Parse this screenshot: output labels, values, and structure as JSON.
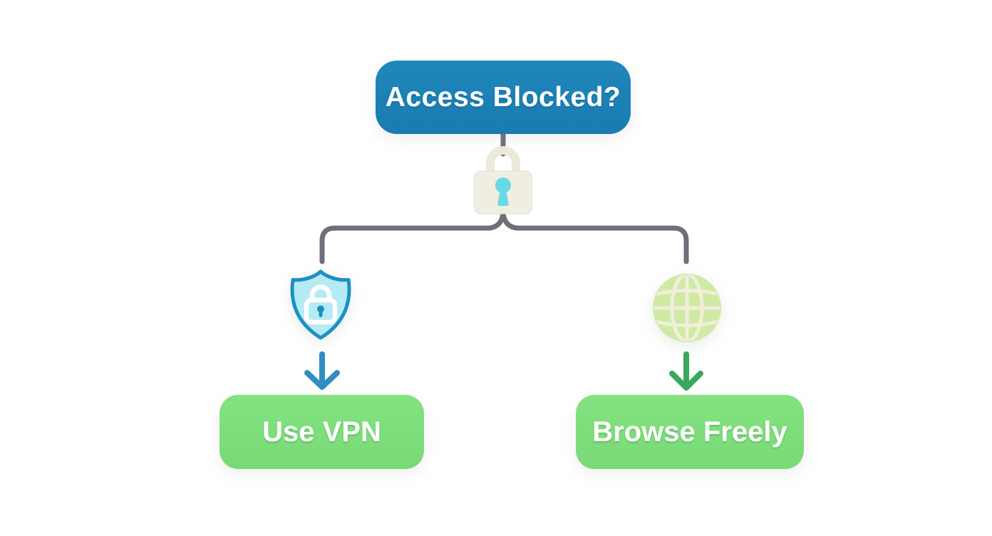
{
  "diagram": {
    "type": "flowchart",
    "background_color": "#ffffff",
    "connector_color": "#6f6f79",
    "root_node": {
      "label": "Access Blocked?",
      "fill": "#1c80b5",
      "text_color": "#ffffff",
      "icon": "padlock-icon"
    },
    "branches": [
      {
        "icon": "shield-lock-icon",
        "arrow_color": "#2e8ec2",
        "node": {
          "label": "Use VPN",
          "fill": "#7edd7b",
          "text_color": "#ffffff"
        }
      },
      {
        "icon": "globe-icon",
        "arrow_color": "#3aa85c",
        "node": {
          "label": "Browse Freely",
          "fill": "#7edd7b",
          "text_color": "#ffffff"
        }
      }
    ],
    "icon_colors": {
      "padlock_body": "#efeee1",
      "padlock_keyhole": "#67dae8",
      "shield_fill": "#b4ebf4",
      "shield_border": "#1e8fc3",
      "shield_lock": "#ffffff",
      "globe_fill": "#cfeaa5",
      "globe_lines": "#f1eeda"
    }
  }
}
